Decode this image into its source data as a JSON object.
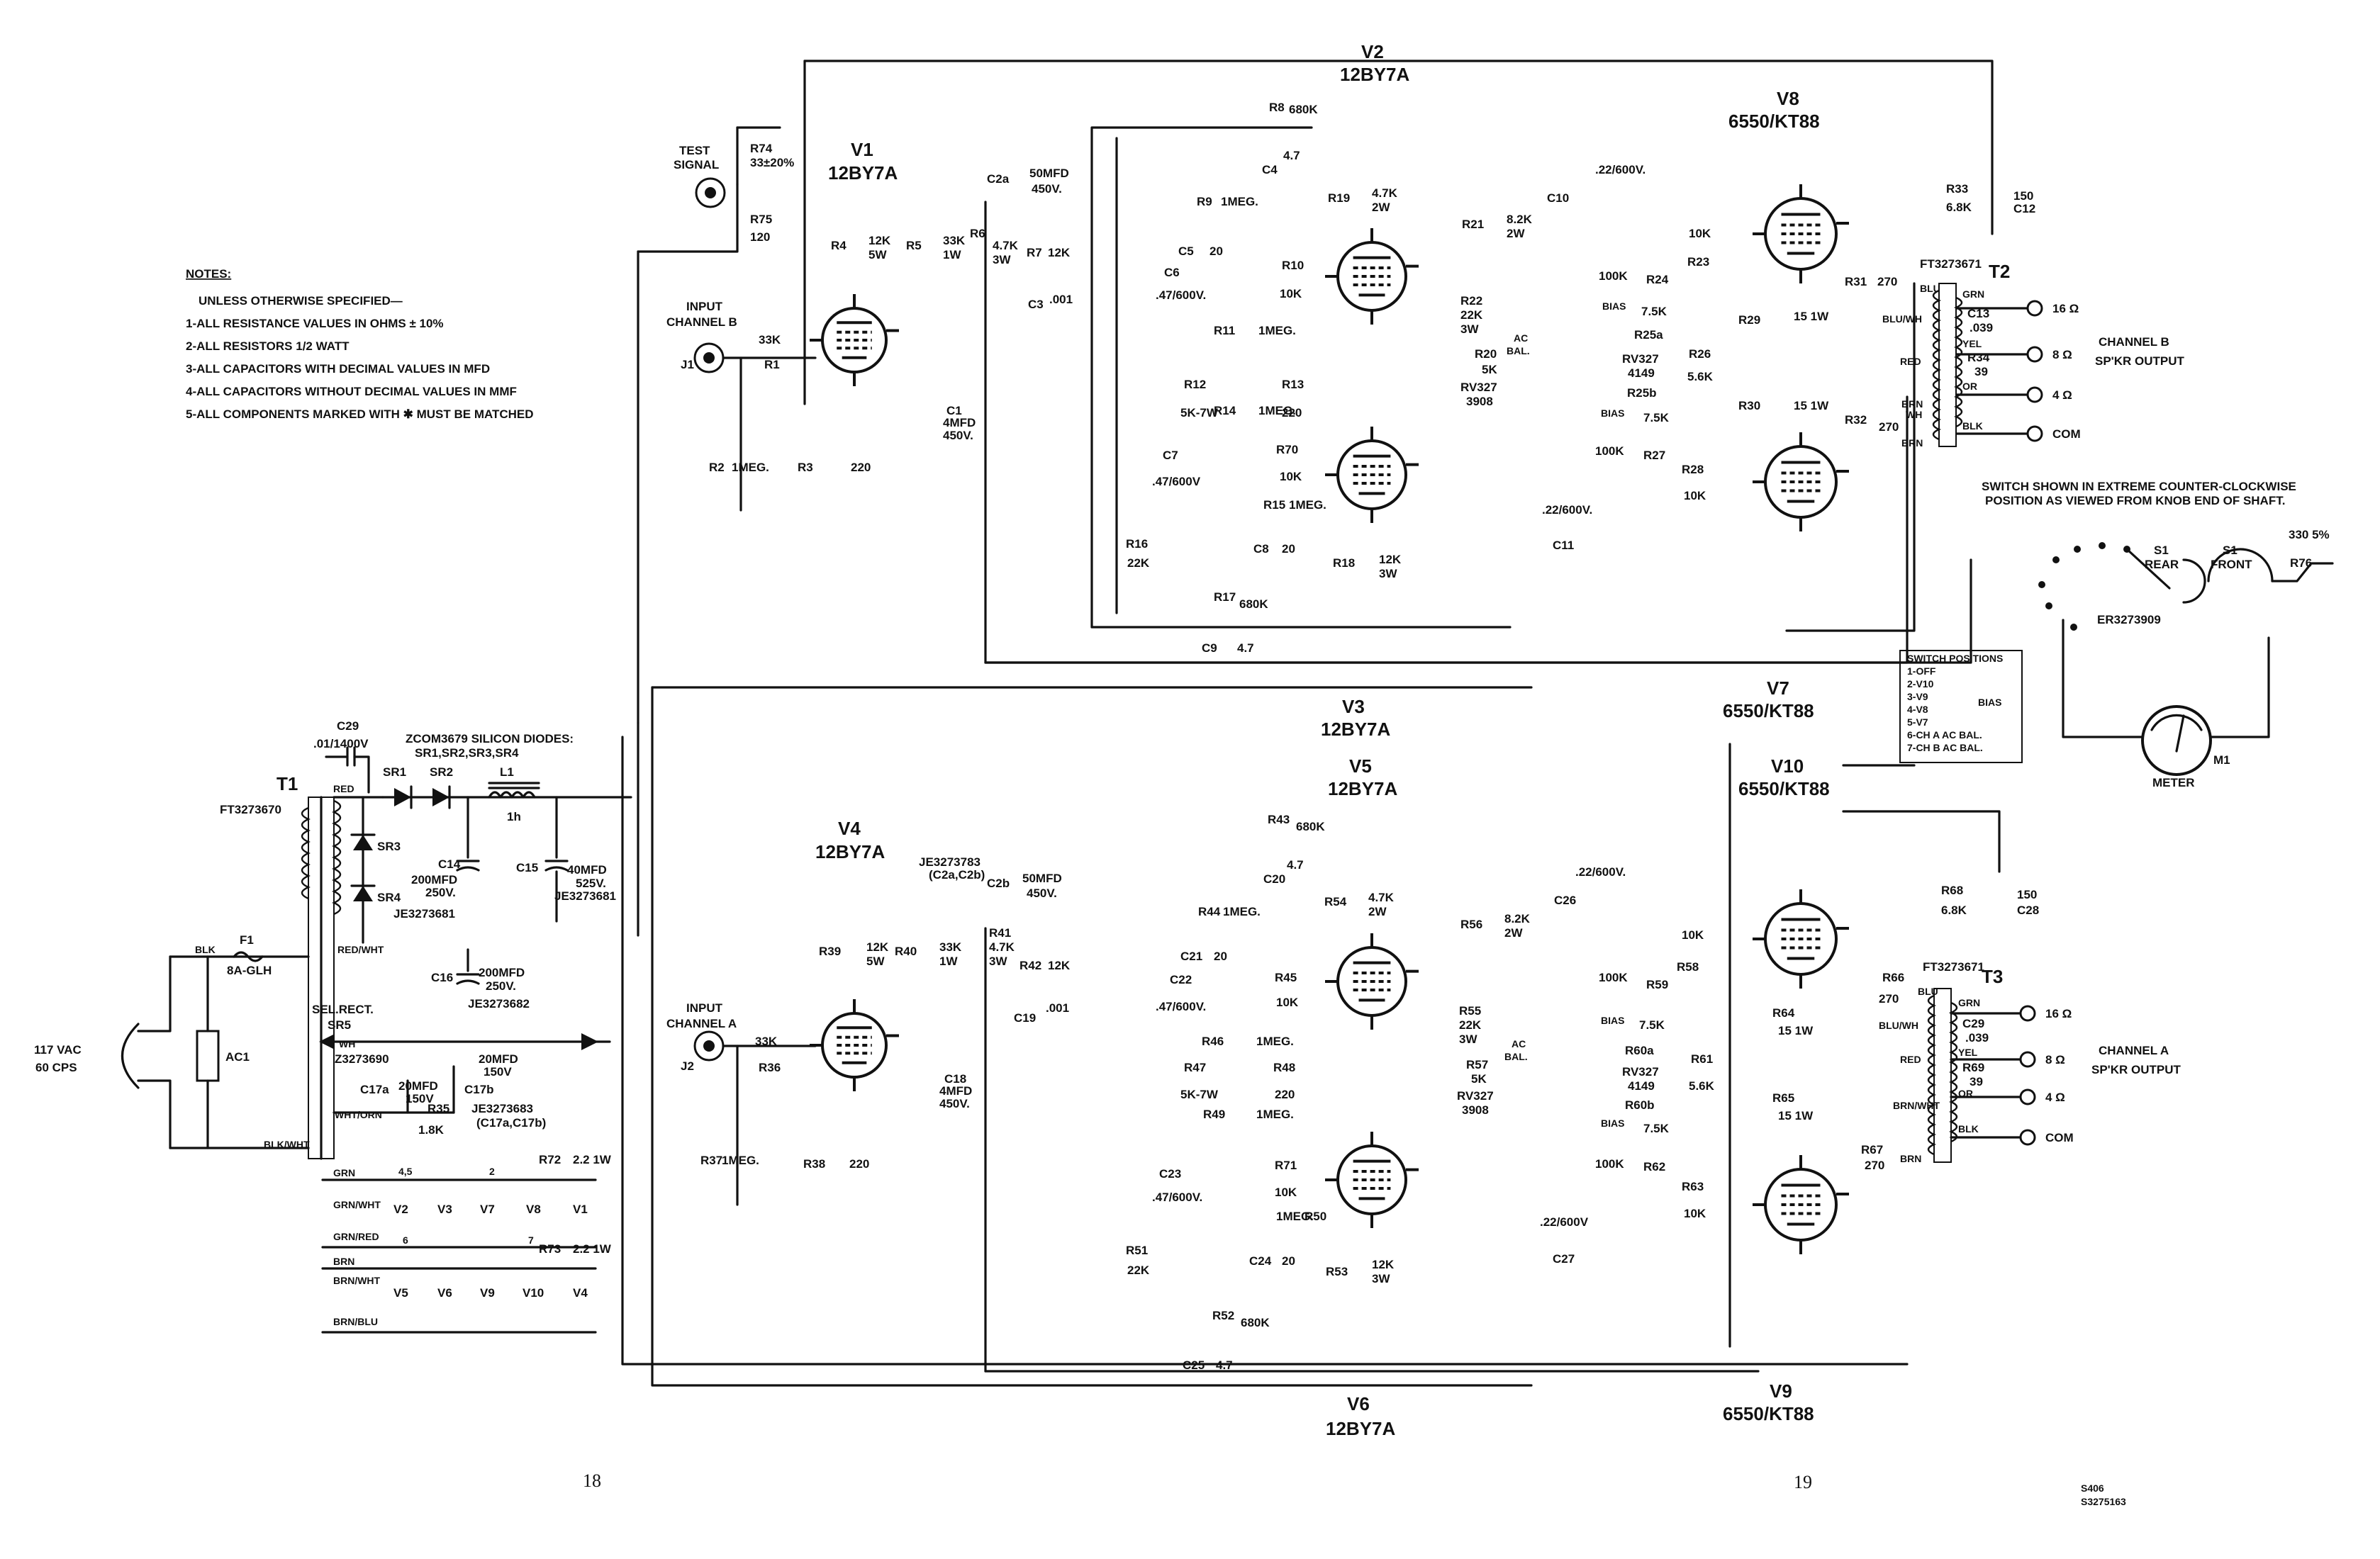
{
  "notes": {
    "heading": "NOTES:",
    "items": [
      "UNLESS OTHERWISE SPECIFIED—",
      "1-ALL RESISTANCE VALUES IN OHMS ± 10%",
      "2-ALL RESISTORS 1/2 WATT",
      "3-ALL CAPACITORS WITH DECIMAL VALUES IN MFD",
      "4-ALL CAPACITORS WITHOUT DECIMAL VALUES IN MMF",
      "5-ALL COMPONENTS MARKED WITH ✱ MUST BE MATCHED"
    ]
  },
  "tubes": [
    {
      "id": "V1",
      "type": "12BY7A"
    },
    {
      "id": "V2",
      "type": "12BY7A"
    },
    {
      "id": "V3",
      "type": "12BY7A"
    },
    {
      "id": "V4",
      "type": "12BY7A"
    },
    {
      "id": "V5",
      "type": "12BY7A"
    },
    {
      "id": "V6",
      "type": "12BY7A"
    },
    {
      "id": "V7",
      "type": "6550/KT88"
    },
    {
      "id": "V8",
      "type": "6550/KT88"
    },
    {
      "id": "V9",
      "type": "6550/KT88"
    },
    {
      "id": "V10",
      "type": "6550/KT88"
    }
  ],
  "inputs": {
    "test_signal": [
      "TEST",
      "SIGNAL"
    ],
    "channel_b": [
      "INPUT",
      "CHANNEL B"
    ],
    "channel_a": [
      "INPUT",
      "CHANNEL A"
    ],
    "j1": "J1",
    "j2": "J2"
  },
  "outputs": {
    "channel_b": [
      "CHANNEL B",
      "SP'KR OUTPUT"
    ],
    "channel_a": [
      "CHANNEL A",
      "SP'KR OUTPUT"
    ],
    "taps": [
      "16 Ω",
      "8 Ω",
      "4 Ω",
      "COM"
    ],
    "wire_colors": [
      "GRN",
      "YEL",
      "OR",
      "BLK",
      "BLU",
      "BLU/WH",
      "RED",
      "BRN",
      "WH",
      "BRN/WHT"
    ],
    "t2": "T2",
    "t2_part": "FT3273671",
    "t3": "T3",
    "t3_part": "FT3273671"
  },
  "switch": {
    "note": [
      "SWITCH SHOWN IN EXTREME COUNTER-CLOCKWISE",
      "POSITION AS VIEWED FROM KNOB END OF SHAFT."
    ],
    "rear": [
      "S1",
      "REAR"
    ],
    "front": [
      "S1",
      "FRONT"
    ],
    "part": "ER3273909",
    "positions_title": "SWITCH POSITIONS",
    "positions": [
      "1-OFF",
      "2-V10",
      "3-V9",
      "4-V8",
      "5-V7",
      "6-CH A AC BAL.",
      "7-CH B AC BAL."
    ],
    "bias": "BIAS",
    "r76": [
      "330 5%",
      "R76"
    ]
  },
  "meter": {
    "label": "METER",
    "id": "M1"
  },
  "power": {
    "t1": "T1",
    "t1_part": "FT3273670",
    "c29": [
      "C29",
      ".01/1400V"
    ],
    "diodes_note": [
      "ZCOM3679 SILICON DIODES:",
      "SR1,SR2,SR3,SR4"
    ],
    "sr": [
      "SR1",
      "SR2",
      "SR3",
      "SR4"
    ],
    "l1": [
      "L1",
      "1h"
    ],
    "c14": [
      "C14",
      "200MFD",
      "250V.",
      "JE3273681"
    ],
    "c15": [
      "C15",
      "40MFD",
      "525V.",
      "JE3273681"
    ],
    "c16": [
      "C16",
      "200MFD",
      "250V.",
      "JE3273682"
    ],
    "sr5": [
      "SEL.RECT.",
      "SR5",
      "Z3273690"
    ],
    "c17": [
      "C17a",
      "20MFD",
      "150V",
      "C17b",
      "20MFD",
      "150V",
      "R35",
      "1.8K",
      "JE3273683",
      "(C17a,C17b)"
    ],
    "f1": [
      "F1",
      "8A-GLH"
    ],
    "ac1": "AC1",
    "mains": [
      "117 VAC",
      "60 CPS"
    ],
    "leads": [
      "RED",
      "RED/WHT",
      "BLK",
      "BLK/WHT",
      "WH",
      "WHT/ORN",
      "GRN",
      "GRN/WHT",
      "GRN/RED",
      "BRN",
      "BRN/WHT",
      "BRN/BLU"
    ],
    "heaters_top": [
      "V2",
      "V3",
      "V7",
      "V8",
      "V1"
    ],
    "heaters_bot": [
      "V5",
      "V6",
      "V9",
      "V10",
      "V4"
    ],
    "heater_pins": [
      "4,5",
      "6",
      "2",
      "7"
    ],
    "r72": [
      "R72",
      "2.2 1W"
    ],
    "r73": [
      "R73",
      "2.2 1W"
    ]
  },
  "components_b": [
    [
      "R74",
      "33±20%"
    ],
    [
      "R75",
      "120"
    ],
    [
      "R1",
      "33K"
    ],
    [
      "R2",
      "1MEG."
    ],
    [
      "R3",
      "220"
    ],
    [
      "R4",
      "12K",
      "5W"
    ],
    [
      "R5",
      "33K",
      "1W"
    ],
    [
      "R6",
      "4.7K",
      "3W"
    ],
    [
      "R7",
      "12K"
    ],
    [
      "C1",
      "4MFD",
      "450V."
    ],
    [
      "C2a",
      "50MFD",
      "450V."
    ],
    [
      "C3",
      ".001"
    ],
    [
      "R8",
      "680K"
    ],
    [
      "C4",
      "4.7"
    ],
    [
      "R9",
      "1MEG."
    ],
    [
      "C5",
      "20"
    ],
    [
      "C6",
      ".47/600V."
    ],
    [
      "R10",
      "10K"
    ],
    [
      "R11",
      "1MEG."
    ],
    [
      "R12",
      "5K-7W"
    ],
    [
      "R13",
      "220"
    ],
    [
      "R14",
      "1MEG."
    ],
    [
      "C7",
      ".47/600V"
    ],
    [
      "R70",
      "10K"
    ],
    [
      "R15",
      "1MEG."
    ],
    [
      "C8",
      "20"
    ],
    [
      "R16",
      "22K"
    ],
    [
      "R17",
      "680K"
    ],
    [
      "C9",
      "4.7"
    ],
    [
      "R18",
      "12K",
      "3W"
    ],
    [
      "R19",
      "4.7K",
      "2W"
    ],
    [
      "R21",
      "8.2K",
      "2W"
    ],
    [
      "C10",
      ".22/600V."
    ],
    [
      "R22",
      "22K",
      "3W"
    ],
    [
      "R20",
      "5K"
    ],
    [
      "AC",
      "BAL."
    ],
    [
      "RV327",
      "3908"
    ],
    [
      "R24",
      "100K"
    ],
    [
      "R23",
      "10K"
    ],
    [
      "R25a",
      "7.5K"
    ],
    [
      "RV327",
      "4149"
    ],
    [
      "R25b",
      "7.5K"
    ],
    [
      "R26",
      "5.6K"
    ],
    [
      "R27",
      "100K"
    ],
    [
      "R28",
      "10K"
    ],
    [
      "C11",
      ".22/600V."
    ],
    [
      "R29",
      "15 1W"
    ],
    [
      "R30",
      "15 1W"
    ],
    [
      "R31",
      "270"
    ],
    [
      "R32",
      "270"
    ],
    [
      "R33",
      "6.8K"
    ],
    [
      "C12",
      "150"
    ],
    [
      "C13",
      ".039"
    ],
    [
      "R34",
      "39"
    ]
  ],
  "components_a": [
    [
      "R36",
      "33K"
    ],
    [
      "R37",
      "1MEG."
    ],
    [
      "R38",
      "220"
    ],
    [
      "R39",
      "12K",
      "5W"
    ],
    [
      "R40",
      "33K",
      "1W"
    ],
    [
      "R41",
      "4.7K",
      "3W"
    ],
    [
      "R42",
      "12K"
    ],
    [
      "C19",
      ".001"
    ],
    [
      "C18",
      "4MFD",
      "450V."
    ],
    [
      "C2b",
      "50MFD",
      "450V."
    ],
    [
      "JE3273783",
      "(C2a,C2b)"
    ],
    [
      "R43",
      "680K"
    ],
    [
      "C20",
      "4.7"
    ],
    [
      "R44",
      "1MEG."
    ],
    [
      "C21",
      "20"
    ],
    [
      "C22",
      ".47/600V."
    ],
    [
      "R45",
      "10K"
    ],
    [
      "R46",
      "1MEG."
    ],
    [
      "R47",
      "5K-7W"
    ],
    [
      "R48",
      "220"
    ],
    [
      "R49",
      "1MEG."
    ],
    [
      "C23",
      ".47/600V."
    ],
    [
      "R71",
      "10K"
    ],
    [
      "R50",
      "1MEG."
    ],
    [
      "C24",
      "20"
    ],
    [
      "R51",
      "22K"
    ],
    [
      "R52",
      "680K"
    ],
    [
      "C25",
      "4.7"
    ],
    [
      "R53",
      "12K",
      "3W"
    ],
    [
      "R54",
      "4.7K",
      "2W"
    ],
    [
      "R56",
      "8.2K",
      "2W"
    ],
    [
      "C26",
      ".22/600V."
    ],
    [
      "R55",
      "22K",
      "3W"
    ],
    [
      "R57",
      "5K"
    ],
    [
      "RV327",
      "3908"
    ],
    [
      "R59",
      "100K"
    ],
    [
      "R58",
      "10K"
    ],
    [
      "R60a",
      "7.5K"
    ],
    [
      "RV327",
      "4149"
    ],
    [
      "R60b",
      "7.5K"
    ],
    [
      "R61",
      "5.6K"
    ],
    [
      "R62",
      "100K"
    ],
    [
      "R63",
      "10K"
    ],
    [
      "C27",
      ".22/600V"
    ],
    [
      "R64",
      "15 1W"
    ],
    [
      "R65",
      "15 1W"
    ],
    [
      "R66",
      "270"
    ],
    [
      "R67",
      "270"
    ],
    [
      "R68",
      "6.8K"
    ],
    [
      "C28",
      "150"
    ],
    [
      "C29",
      ".039"
    ],
    [
      "R69",
      "39"
    ]
  ],
  "bias_labels": [
    "BIAS",
    "BIAS",
    "BIAS",
    "BIAS"
  ],
  "footer": {
    "page_left": "18",
    "page_right": "19",
    "code1": "S406",
    "code2": "S3275163"
  }
}
